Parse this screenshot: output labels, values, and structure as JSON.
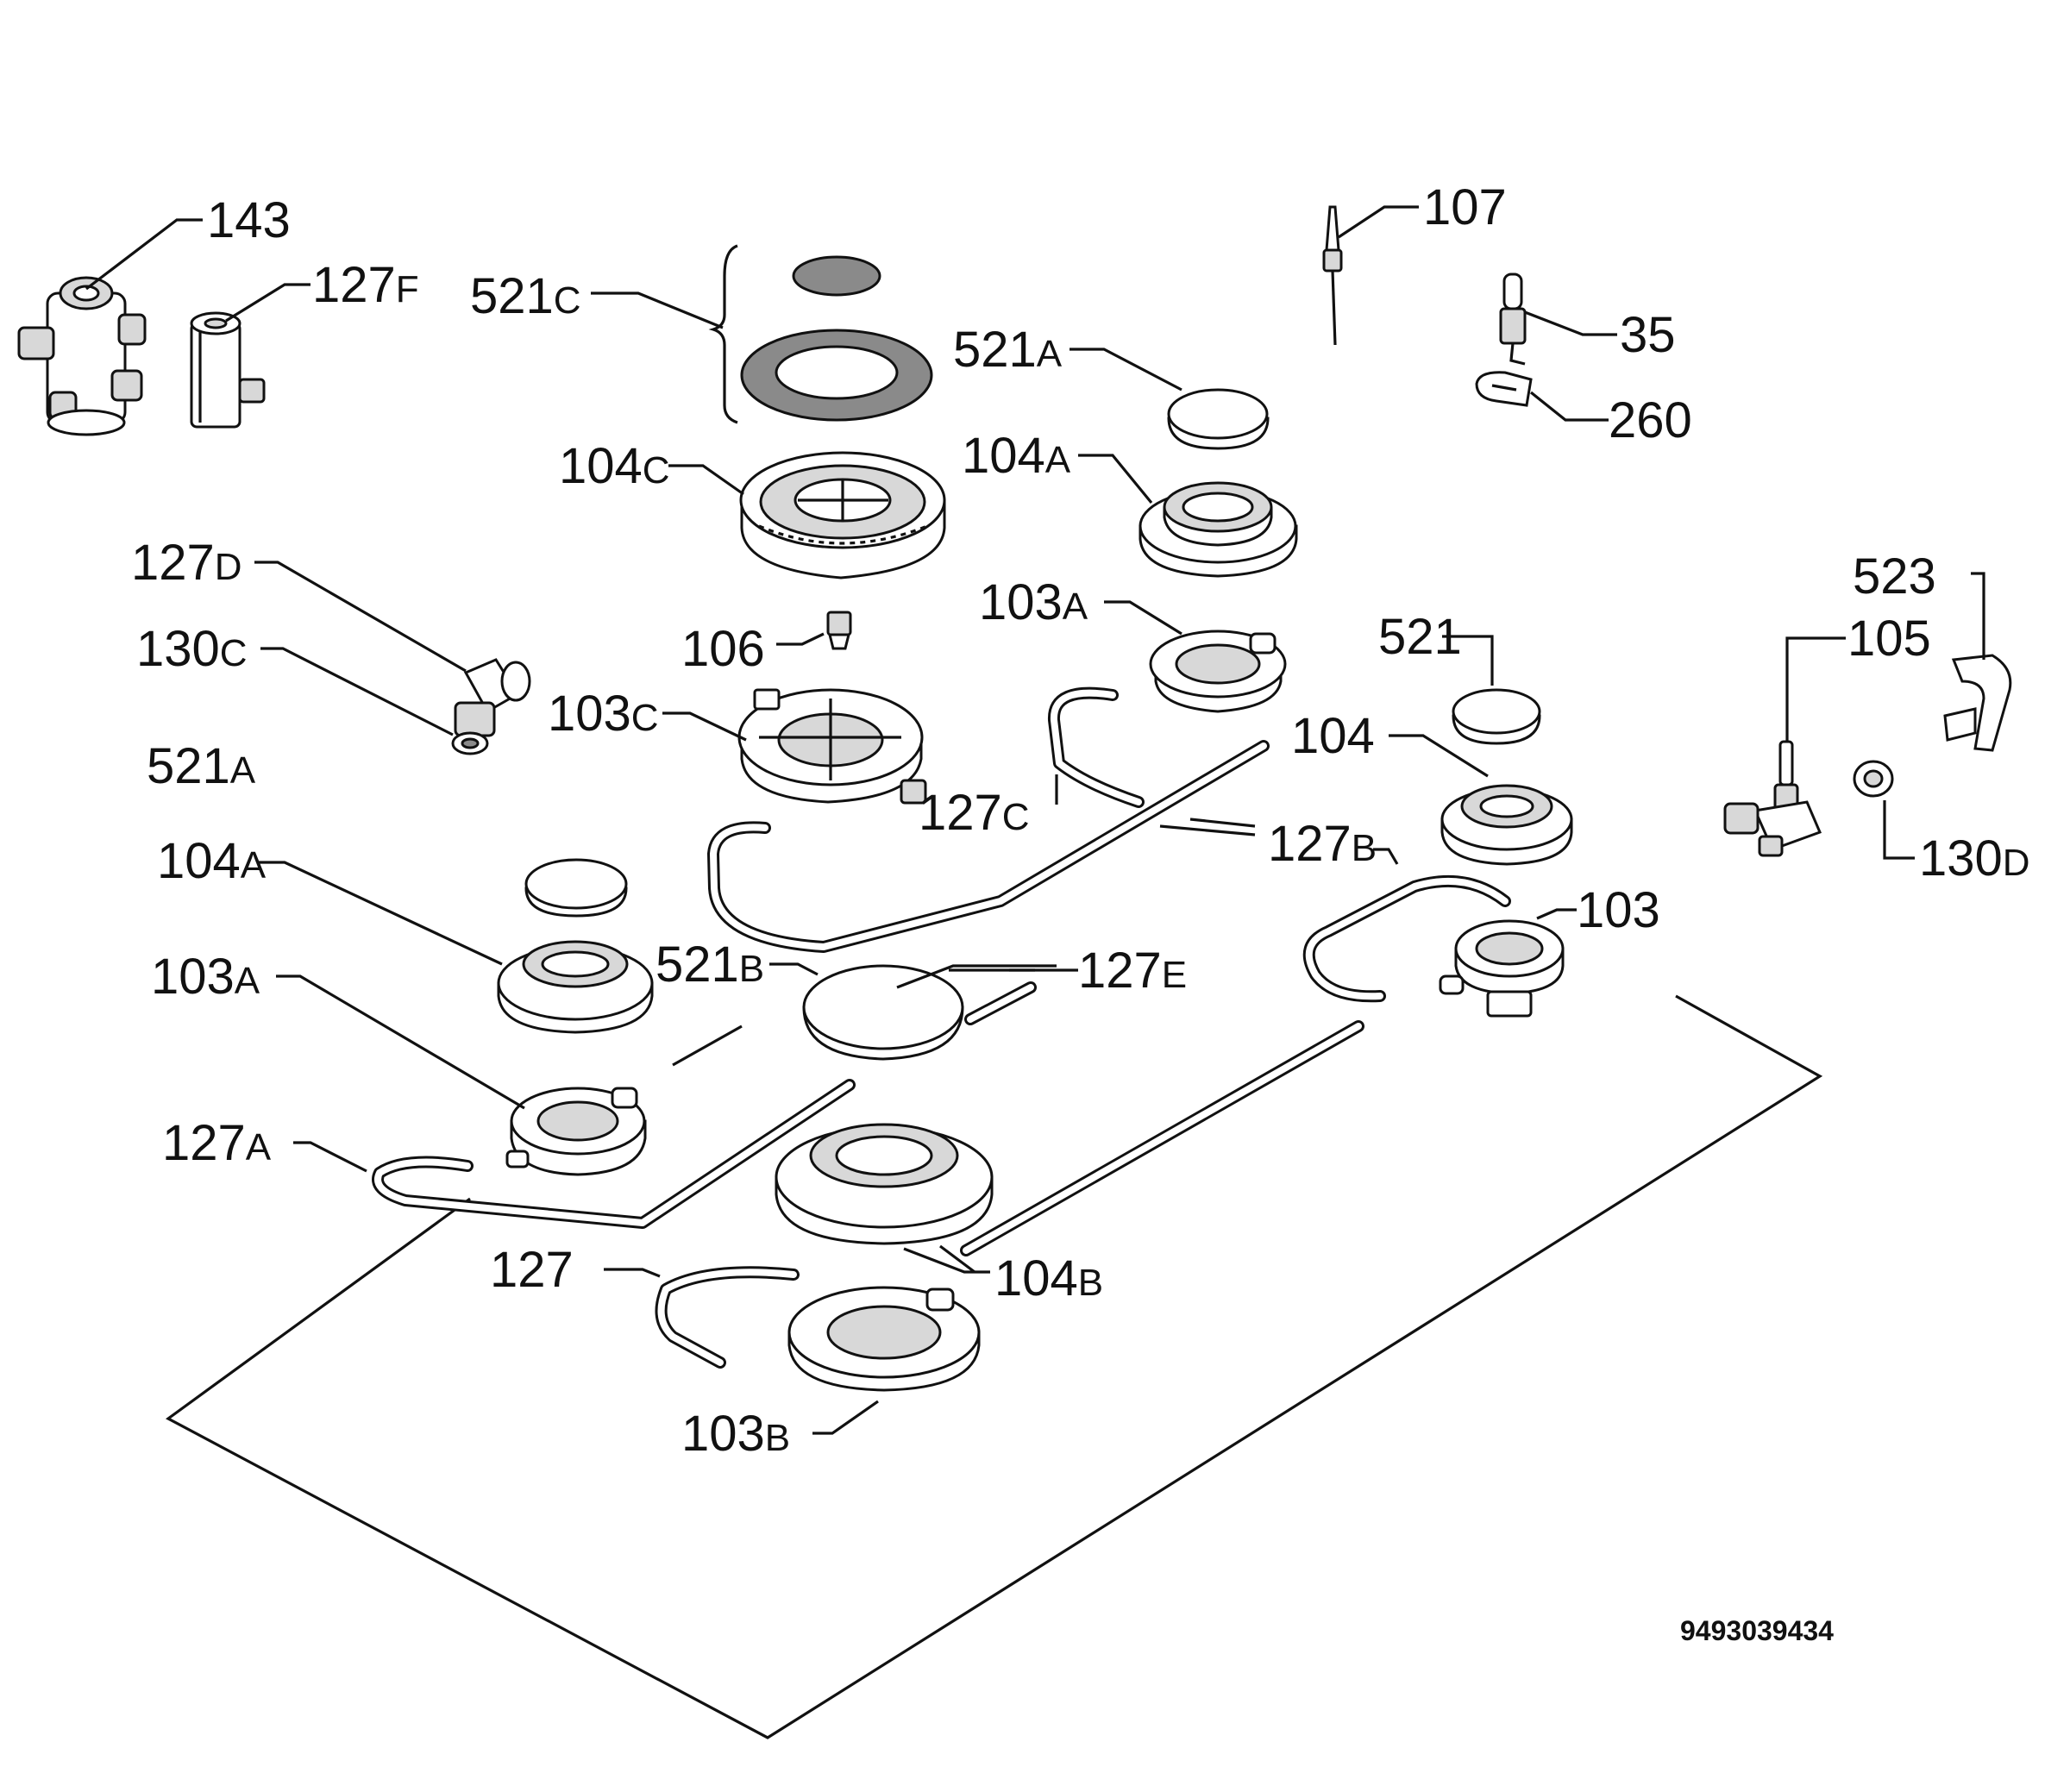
{
  "document_number": "9493039434",
  "labels": {
    "l143": {
      "num": "143",
      "sfx": ""
    },
    "l127f": {
      "num": "127",
      "sfx": "F"
    },
    "l521c": {
      "num": "521",
      "sfx": "C"
    },
    "l107": {
      "num": "107",
      "sfx": ""
    },
    "l35": {
      "num": "35",
      "sfx": ""
    },
    "l260": {
      "num": "260",
      "sfx": ""
    },
    "l521a_top": {
      "num": "521",
      "sfx": "A"
    },
    "l104c": {
      "num": "104",
      "sfx": "C"
    },
    "l104a_top": {
      "num": "104",
      "sfx": "A"
    },
    "l127d": {
      "num": "127",
      "sfx": "D"
    },
    "l523": {
      "num": "523",
      "sfx": ""
    },
    "l103a_top": {
      "num": "103",
      "sfx": "A"
    },
    "l130c": {
      "num": "130",
      "sfx": "C"
    },
    "l106": {
      "num": "106",
      "sfx": ""
    },
    "l521": {
      "num": "521",
      "sfx": ""
    },
    "l105": {
      "num": "105",
      "sfx": ""
    },
    "l103c": {
      "num": "103",
      "sfx": "C"
    },
    "l104": {
      "num": "104",
      "sfx": ""
    },
    "l521a_left": {
      "num": "521",
      "sfx": "A"
    },
    "l127c": {
      "num": "127",
      "sfx": "C"
    },
    "l127b": {
      "num": "127",
      "sfx": "B"
    },
    "l130d": {
      "num": "130",
      "sfx": "D"
    },
    "l104a_left": {
      "num": "104",
      "sfx": "A"
    },
    "l103": {
      "num": "103",
      "sfx": ""
    },
    "l521b": {
      "num": "521",
      "sfx": "B"
    },
    "l127e": {
      "num": "127",
      "sfx": "E"
    },
    "l103a_left": {
      "num": "103",
      "sfx": "A"
    },
    "l127a": {
      "num": "127",
      "sfx": "A"
    },
    "l127": {
      "num": "127",
      "sfx": ""
    },
    "l104b": {
      "num": "104",
      "sfx": "B"
    },
    "l103b": {
      "num": "103",
      "sfx": "B"
    }
  }
}
